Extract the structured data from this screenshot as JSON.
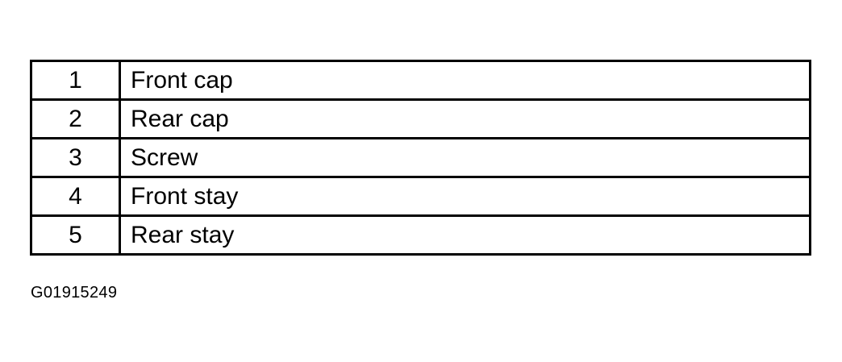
{
  "legend": {
    "rows": [
      {
        "number": "1",
        "label": "Front cap"
      },
      {
        "number": "2",
        "label": "Rear cap"
      },
      {
        "number": "3",
        "label": "Screw"
      },
      {
        "number": "4",
        "label": "Front stay"
      },
      {
        "number": "5",
        "label": "Rear stay"
      }
    ]
  },
  "figure_id": "G01915249",
  "colors": {
    "text": "#000000",
    "border": "#000000",
    "background": "#ffffff"
  }
}
